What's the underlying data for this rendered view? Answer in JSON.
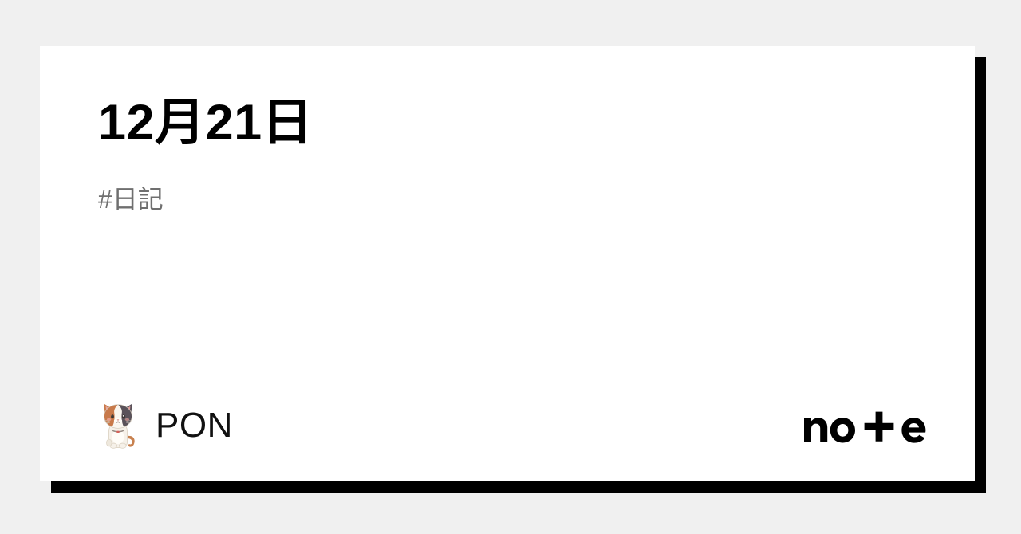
{
  "page": {
    "background_color": "#f0f0f0"
  },
  "card": {
    "background_color": "#ffffff",
    "shadow_color": "#000000",
    "article": {
      "title": "12月21日",
      "title_color": "#000000",
      "tag": "#日記",
      "tag_color": "#6f6f6f"
    },
    "footer": {
      "author": {
        "avatar_icon": "calico-cat-avatar-icon",
        "name": "PON",
        "name_color": "#111111"
      },
      "brand": {
        "logo_icon": "note-logo-icon",
        "logo_text": "note",
        "logo_color": "#000000"
      }
    }
  }
}
